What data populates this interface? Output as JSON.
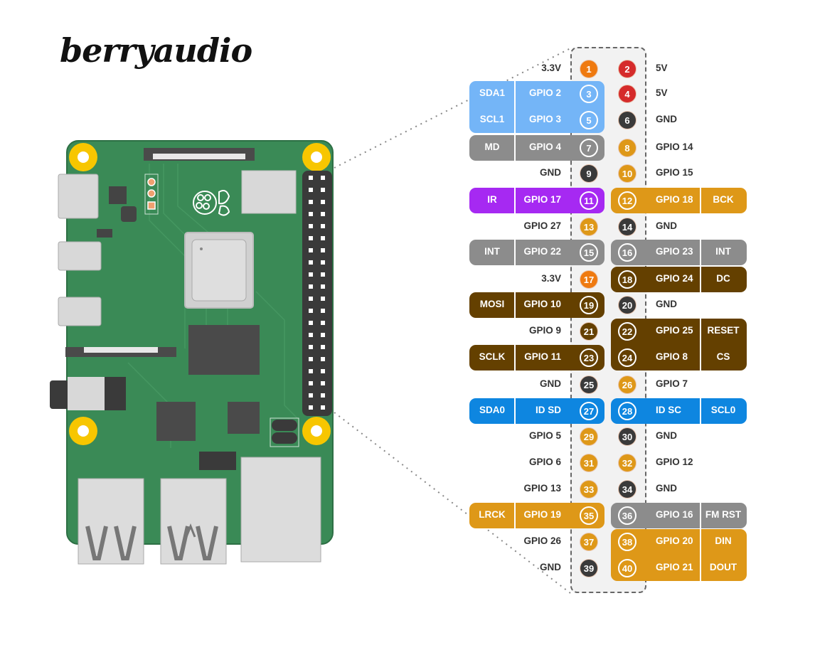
{
  "logo": "berryaudio",
  "colors": {
    "power33": "#ef7a10",
    "power5": "#d52b2b",
    "ground": "#3a3a3a",
    "gpio": "#de9818",
    "i2c1": "#74b5f7",
    "grey": "#8c8c8c",
    "ir": "#a629f2",
    "audio": "#de9818",
    "spi": "#644000",
    "i2c0": "#0e86e0",
    "board_green": "#3a8a56",
    "mount_yellow": "#f7c600"
  },
  "pins": [
    {
      "num": 1,
      "name": "3.3V",
      "kind": "power33"
    },
    {
      "num": 2,
      "name": "5V",
      "kind": "power5"
    },
    {
      "num": 3,
      "name": "GPIO 2",
      "kind": "i2c1",
      "func": "SDA1"
    },
    {
      "num": 4,
      "name": "5V",
      "kind": "power5"
    },
    {
      "num": 5,
      "name": "GPIO 3",
      "kind": "i2c1",
      "func": "SCL1"
    },
    {
      "num": 6,
      "name": "GND",
      "kind": "ground"
    },
    {
      "num": 7,
      "name": "GPIO 4",
      "kind": "grey",
      "func": "MD"
    },
    {
      "num": 8,
      "name": "GPIO 14",
      "kind": "gpio"
    },
    {
      "num": 9,
      "name": "GND",
      "kind": "ground"
    },
    {
      "num": 10,
      "name": "GPIO 15",
      "kind": "gpio"
    },
    {
      "num": 11,
      "name": "GPIO 17",
      "kind": "ir",
      "func": "IR"
    },
    {
      "num": 12,
      "name": "GPIO 18",
      "kind": "audio",
      "func": "BCK"
    },
    {
      "num": 13,
      "name": "GPIO 27",
      "kind": "gpio"
    },
    {
      "num": 14,
      "name": "GND",
      "kind": "ground"
    },
    {
      "num": 15,
      "name": "GPIO 22",
      "kind": "grey",
      "func": "INT"
    },
    {
      "num": 16,
      "name": "GPIO 23",
      "kind": "grey",
      "func": "INT"
    },
    {
      "num": 17,
      "name": "3.3V",
      "kind": "power33"
    },
    {
      "num": 18,
      "name": "GPIO 24",
      "kind": "spi",
      "func": "DC"
    },
    {
      "num": 19,
      "name": "GPIO 10",
      "kind": "spi",
      "func": "MOSI"
    },
    {
      "num": 20,
      "name": "GND",
      "kind": "ground"
    },
    {
      "num": 21,
      "name": "GPIO 9",
      "kind": "spi"
    },
    {
      "num": 22,
      "name": "GPIO 25",
      "kind": "spi",
      "func": "RESET"
    },
    {
      "num": 23,
      "name": "GPIO 11",
      "kind": "spi",
      "func": "SCLK"
    },
    {
      "num": 24,
      "name": "GPIO 8",
      "kind": "spi",
      "func": "CS"
    },
    {
      "num": 25,
      "name": "GND",
      "kind": "ground"
    },
    {
      "num": 26,
      "name": "GPIO 7",
      "kind": "gpio"
    },
    {
      "num": 27,
      "name": "ID SD",
      "kind": "i2c0",
      "func": "SDA0"
    },
    {
      "num": 28,
      "name": "ID SC",
      "kind": "i2c0",
      "func": "SCL0"
    },
    {
      "num": 29,
      "name": "GPIO 5",
      "kind": "gpio"
    },
    {
      "num": 30,
      "name": "GND",
      "kind": "ground"
    },
    {
      "num": 31,
      "name": "GPIO 6",
      "kind": "gpio"
    },
    {
      "num": 32,
      "name": "GPIO 12",
      "kind": "gpio"
    },
    {
      "num": 33,
      "name": "GPIO 13",
      "kind": "gpio"
    },
    {
      "num": 34,
      "name": "GND",
      "kind": "ground"
    },
    {
      "num": 35,
      "name": "GPIO 19",
      "kind": "audio",
      "func": "LRCK"
    },
    {
      "num": 36,
      "name": "GPIO 16",
      "kind": "grey",
      "func": "FM RST"
    },
    {
      "num": 37,
      "name": "GPIO 26",
      "kind": "gpio"
    },
    {
      "num": 38,
      "name": "GPIO 20",
      "kind": "audio",
      "func": "DIN"
    },
    {
      "num": 39,
      "name": "GND",
      "kind": "ground"
    },
    {
      "num": 40,
      "name": "GPIO 21",
      "kind": "audio",
      "func": "DOUT"
    }
  ],
  "left_blocks": [
    {
      "pins": [
        3,
        5
      ],
      "kind": "i2c1"
    },
    {
      "pins": [
        7
      ],
      "kind": "grey"
    },
    {
      "pins": [
        11
      ],
      "kind": "ir"
    },
    {
      "pins": [
        15
      ],
      "kind": "grey"
    },
    {
      "pins": [
        19
      ],
      "kind": "spi"
    },
    {
      "pins": [
        23
      ],
      "kind": "spi"
    },
    {
      "pins": [
        27
      ],
      "kind": "i2c0"
    },
    {
      "pins": [
        35
      ],
      "kind": "audio"
    }
  ],
  "right_blocks": [
    {
      "pins": [
        12
      ],
      "kind": "audio"
    },
    {
      "pins": [
        16
      ],
      "kind": "grey"
    },
    {
      "pins": [
        18
      ],
      "kind": "spi"
    },
    {
      "pins": [
        22,
        24
      ],
      "kind": "spi"
    },
    {
      "pins": [
        28
      ],
      "kind": "i2c0"
    },
    {
      "pins": [
        36
      ],
      "kind": "grey"
    },
    {
      "pins": [
        38,
        40
      ],
      "kind": "audio"
    }
  ]
}
